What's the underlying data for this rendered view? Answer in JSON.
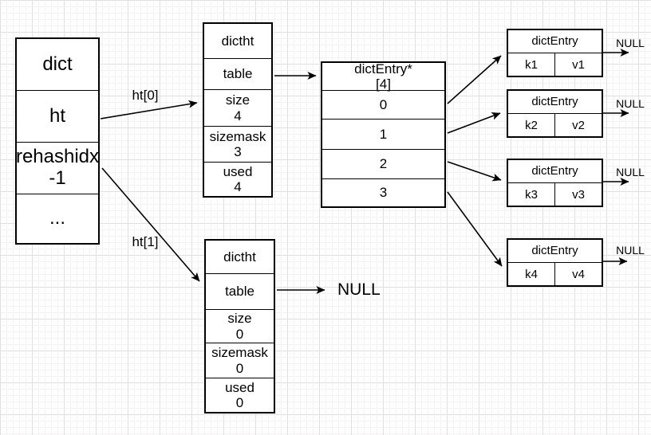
{
  "colors": {
    "stroke": "#000000",
    "shape_fill": "#ffffff",
    "grid_minor": "#f4f2f1",
    "grid_major": "#e2e0df"
  },
  "dict_struct": {
    "rows": [
      {
        "label": "dict"
      },
      {
        "label": "ht"
      },
      {
        "label": "rehashidx",
        "value": "-1"
      },
      {
        "label": "..."
      }
    ]
  },
  "arrow_labels": {
    "ht0": "ht[0]",
    "ht1": "ht[1]"
  },
  "hashtable_0": {
    "title": "dictht",
    "fields": [
      {
        "name": "table"
      },
      {
        "name": "size",
        "value": "4"
      },
      {
        "name": "sizemask",
        "value": "3"
      },
      {
        "name": "used",
        "value": "4"
      }
    ]
  },
  "hashtable_1": {
    "title": "dictht",
    "fields": [
      {
        "name": "table"
      },
      {
        "name": "size",
        "value": "0"
      },
      {
        "name": "sizemask",
        "value": "0"
      },
      {
        "name": "used",
        "value": "0"
      }
    ],
    "table_pointer": "NULL"
  },
  "bucket_array": {
    "header_line1": "dictEntry*",
    "header_line2": "[4]",
    "slots": [
      "0",
      "1",
      "2",
      "3"
    ]
  },
  "entries": [
    {
      "title": "dictEntry",
      "key": "k1",
      "value": "v1",
      "next": "NULL"
    },
    {
      "title": "dictEntry",
      "key": "k2",
      "value": "v2",
      "next": "NULL"
    },
    {
      "title": "dictEntry",
      "key": "k3",
      "value": "v3",
      "next": "NULL"
    },
    {
      "title": "dictEntry",
      "key": "k4",
      "value": "v4",
      "next": "NULL"
    }
  ]
}
